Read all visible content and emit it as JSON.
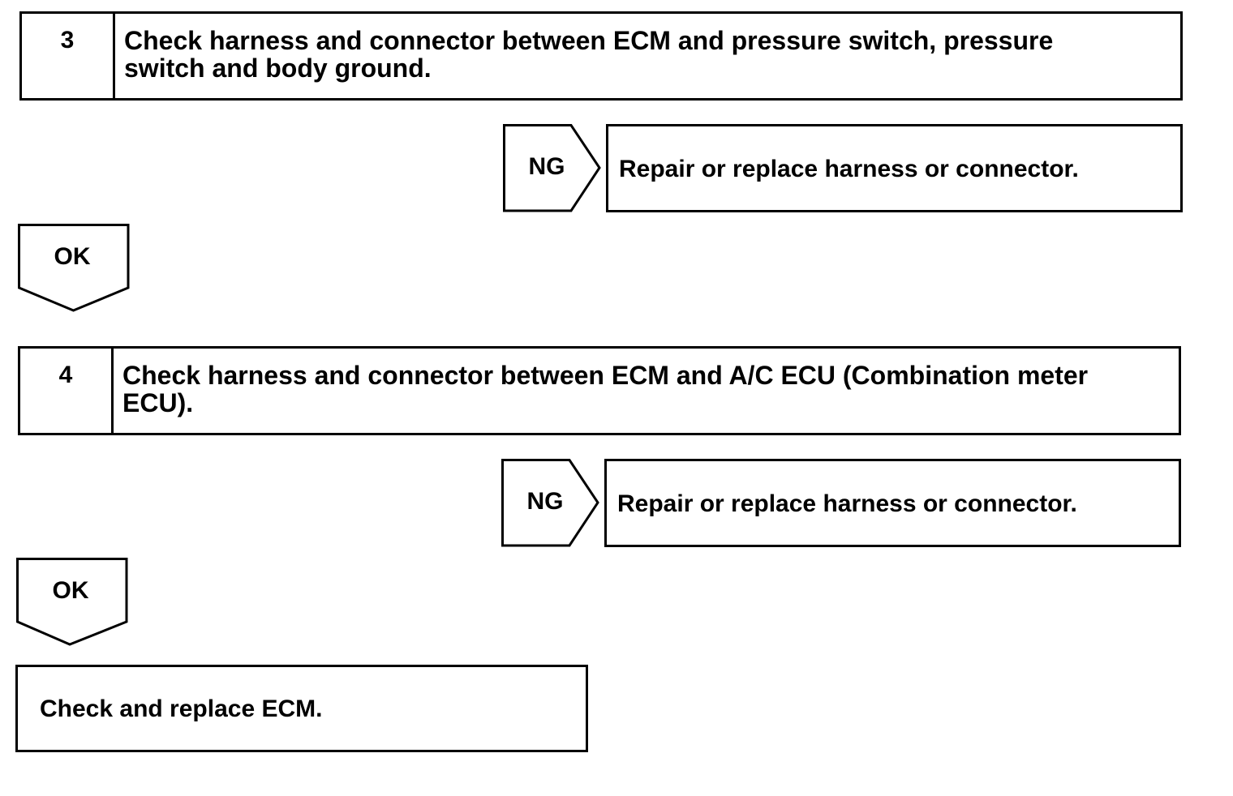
{
  "steps": [
    {
      "number": "3",
      "text_line1": "Check harness and connector between ECM and pressure switch, pressure",
      "text_line2": "switch and body ground.",
      "ng_label": "NG",
      "ng_action": "Repair or replace harness or connector.",
      "ok_label": "OK"
    },
    {
      "number": "4",
      "text_line1": "Check harness and connector between ECM and A/C ECU (Combination meter",
      "text_line2": "ECU).",
      "ng_label": "NG",
      "ng_action": "Repair or replace harness or connector.",
      "ok_label": "OK"
    }
  ],
  "final_action": "Check and replace ECM.",
  "colors": {
    "line": "#000000",
    "background": "#ffffff"
  }
}
